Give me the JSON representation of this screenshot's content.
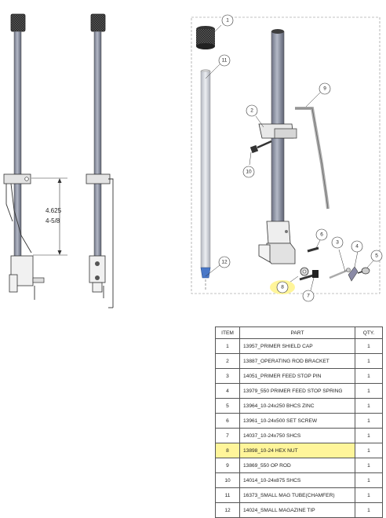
{
  "dimension": {
    "decimal": "4.625",
    "fraction": "4-5/8"
  },
  "balloons": [
    {
      "label": "1"
    },
    {
      "label": "2"
    },
    {
      "label": "3"
    },
    {
      "label": "4"
    },
    {
      "label": "5"
    },
    {
      "label": "6"
    },
    {
      "label": "7"
    },
    {
      "label": "8",
      "highlight": true
    },
    {
      "label": "9"
    },
    {
      "label": "10"
    },
    {
      "label": "11"
    },
    {
      "label": "12"
    }
  ],
  "bom": {
    "headers": {
      "item": "ITEM",
      "part": "PART",
      "qty": "QTY."
    },
    "rows": [
      {
        "item": "1",
        "part": "13957_PRIMER SHIELD CAP",
        "qty": "1"
      },
      {
        "item": "2",
        "part": "13887_OPERATING ROD BRACKET",
        "qty": "1"
      },
      {
        "item": "3",
        "part": "14051_PRIMER FEED STOP PIN",
        "qty": "1"
      },
      {
        "item": "4",
        "part": "13979_550 PRIMER FEED STOP SPRING",
        "qty": "1"
      },
      {
        "item": "5",
        "part": "13964_10-24x250 BHCS ZINC",
        "qty": "1"
      },
      {
        "item": "6",
        "part": "13961_10-24x500 SET SCREW",
        "qty": "1"
      },
      {
        "item": "7",
        "part": "14037_10-24x750 SHCS",
        "qty": "1"
      },
      {
        "item": "8",
        "part": "13898_10-24 HEX NUT",
        "qty": "1",
        "highlight": true
      },
      {
        "item": "9",
        "part": "13869_550 OP ROD",
        "qty": "1"
      },
      {
        "item": "10",
        "part": "14014_10-24x875 SHCS",
        "qty": "1"
      },
      {
        "item": "11",
        "part": "16373_SMALL MAG TUBE(CHAMFER)",
        "qty": "1"
      },
      {
        "item": "12",
        "part": "14024_SMALL MAGAZINE TIP",
        "qty": "1"
      }
    ]
  },
  "colors": {
    "highlight": "#fff59a",
    "line": "#333333",
    "rod": "#8f96a8",
    "tip": "#4a78c8"
  }
}
